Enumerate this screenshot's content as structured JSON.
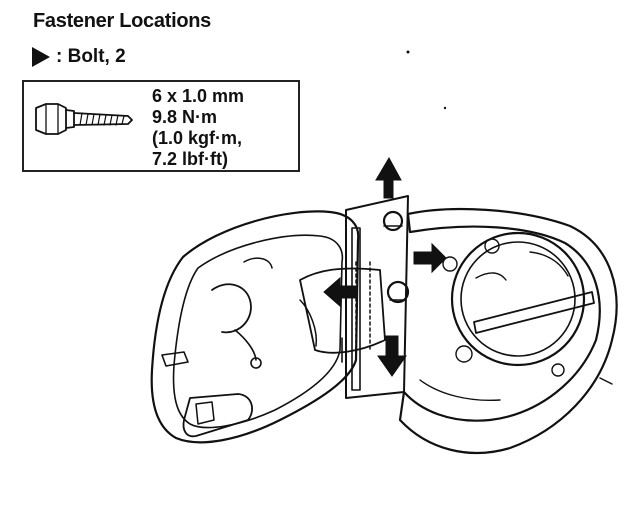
{
  "header": {
    "title": "Fastener Locations"
  },
  "legend": {
    "label": ": Bolt, 2"
  },
  "spec": {
    "lines": [
      "6 x 1.0 mm",
      "9.8 N·m",
      "(1.0 kgf·m,",
      "7.2 lbf·ft)"
    ]
  }
}
